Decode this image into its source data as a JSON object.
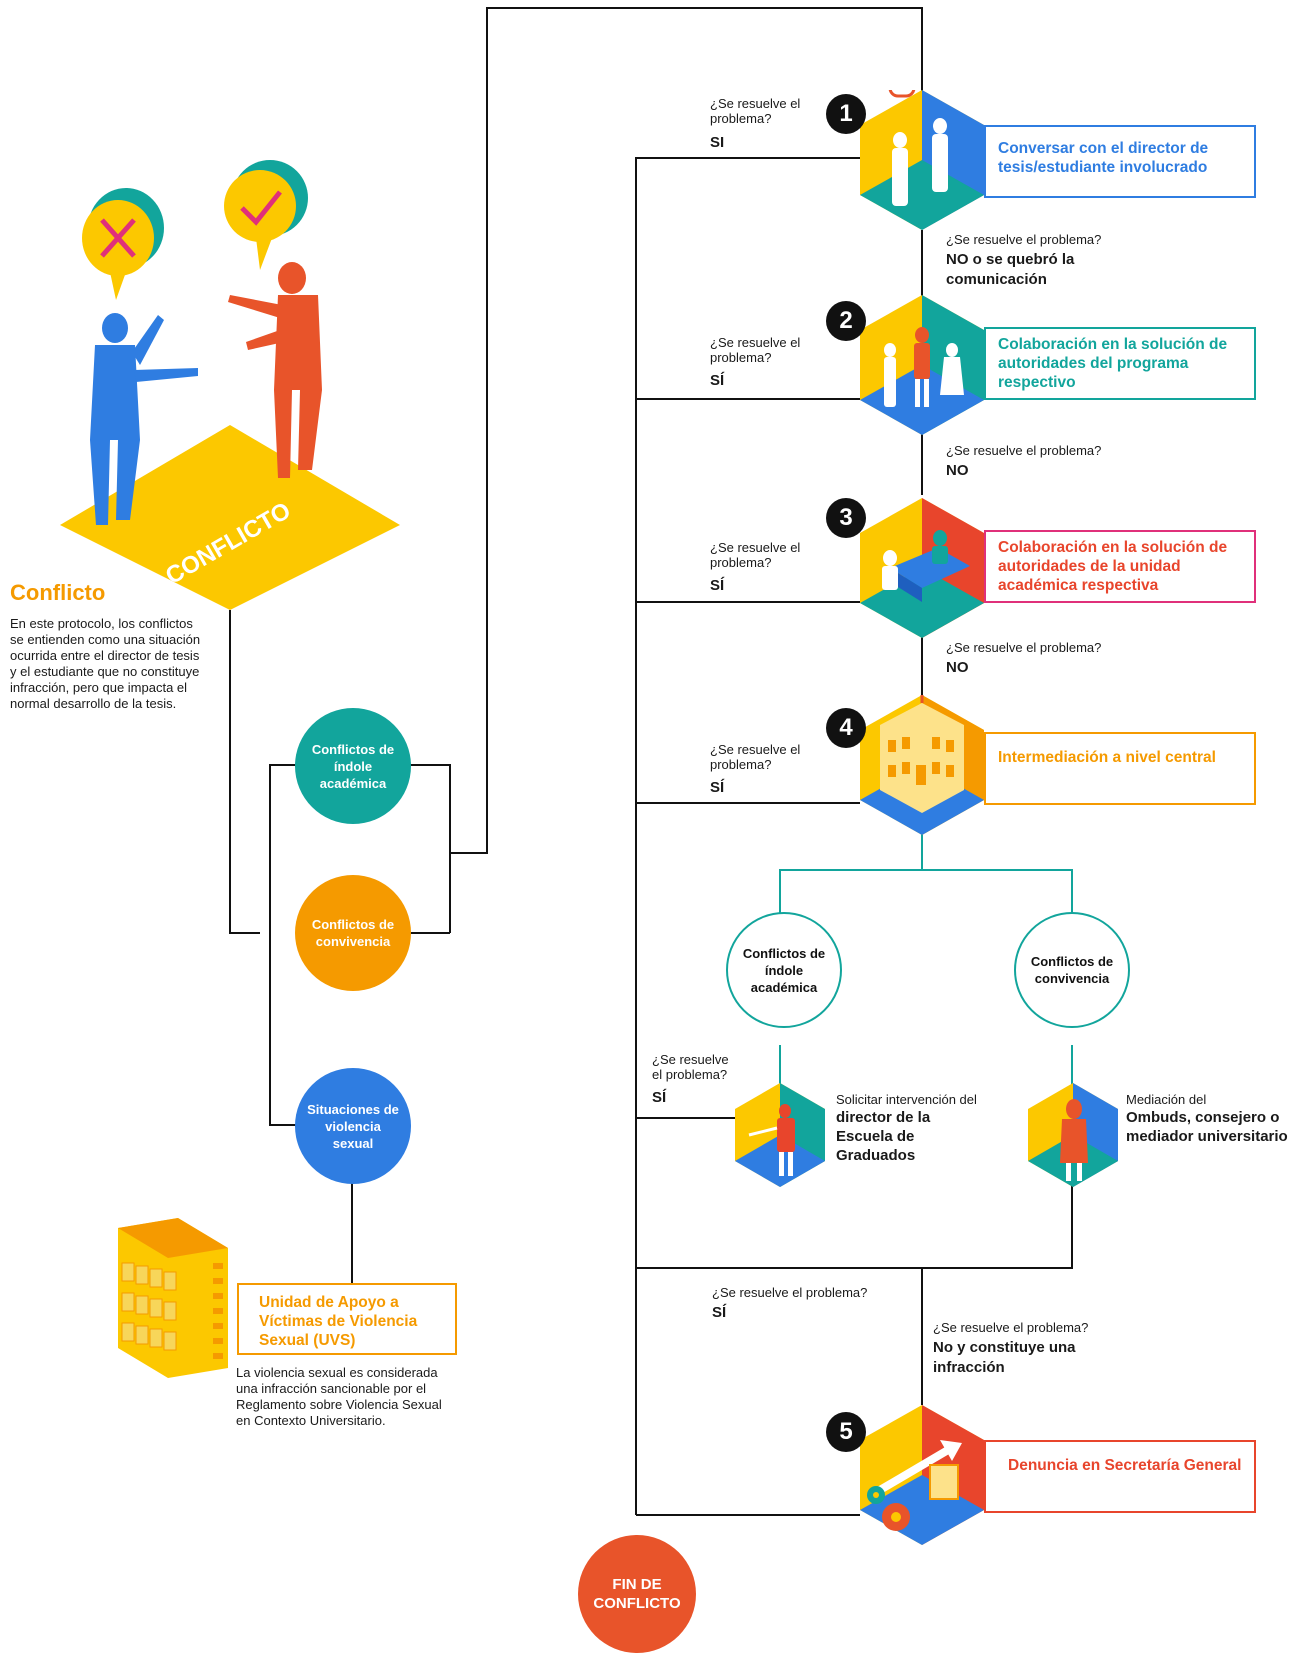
{
  "intro": {
    "platform_label": "CONFLICTO",
    "title": "Conflicto",
    "text": "En este protocolo, los conflictos se entienden como una situación ocurrida entre el director de tesis y el estudiante que no constituye infracción, pero que impacta el normal desarrollo de la tesis."
  },
  "types": {
    "academica": "Conflictos de índole académica",
    "convivencia": "Conflictos de convivencia",
    "violencia": "Situaciones de violencia sexual"
  },
  "uvs": {
    "title": "Unidad de Apoyo a Víctimas de Violencia Sexual (UVS)",
    "text": "La violencia sexual es considerada una infracción sancionable por el Reglamento sobre Violencia Sexual en Contexto Universitario."
  },
  "steps": [
    {
      "number": "1",
      "label": "Conversar con el director de tesis/estudiante involucrado",
      "color": "#2f7de1"
    },
    {
      "number": "2",
      "label": "Colaboración en la solución de autoridades del programa respectivo",
      "color": "#12a59c"
    },
    {
      "number": "3",
      "label": "Colaboración en la solución de autoridades de la unidad académica respectiva",
      "color": "#e8452c",
      "border": "#e0307a"
    },
    {
      "number": "4",
      "label": "Intermediación a nivel central",
      "color": "#f59a00"
    },
    {
      "number": "5",
      "label": "Denuncia en Secretaría General",
      "color": "#e8452c"
    }
  ],
  "questions": {
    "left_q": "¿Se resuelve el problema?",
    "q_full": "¿Se resuelve el problema?",
    "si_1": "SI",
    "si": "SÍ",
    "no_broken": "NO o se quebró la comunicación",
    "no": "NO",
    "no_infraccion": "No  y constituye una infracción"
  },
  "branch": {
    "academica": "Conflictos de índole académica",
    "convivencia": "Conflictos de convivencia",
    "academica_intro": "Solicitar intervención del",
    "academica_bold": "director de la Escuela de Graduados",
    "convivencia_intro": "Mediación del",
    "convivencia_bold": "Ombuds, consejero o mediador universitario"
  },
  "end": "FIN DE CONFLICTO",
  "colors": {
    "yellow": "#fcc800",
    "blue": "#2f7de1",
    "teal": "#12a59c",
    "orange": "#f59a00",
    "red": "#e8452c",
    "pink": "#e0307a"
  }
}
